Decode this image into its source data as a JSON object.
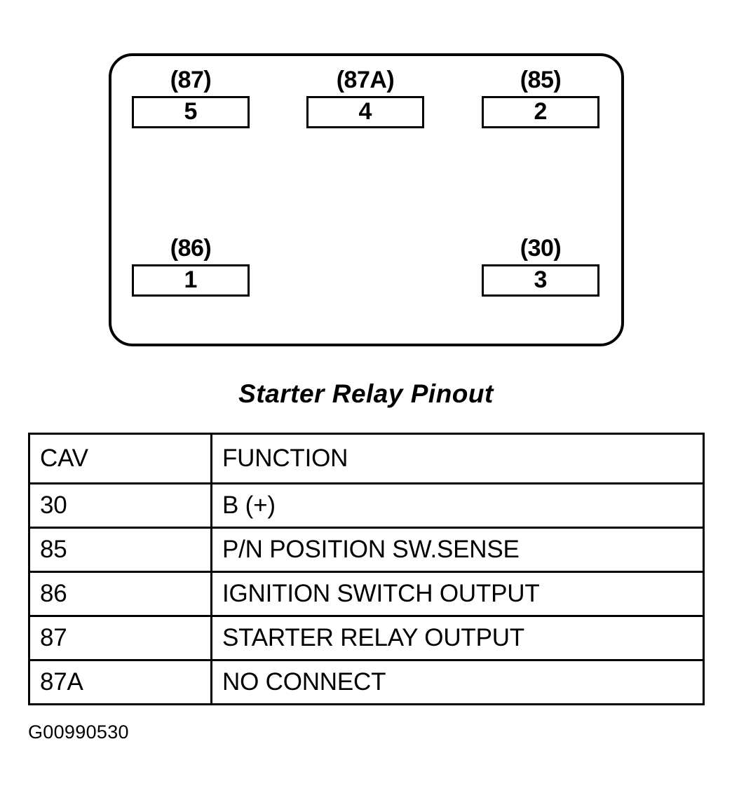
{
  "figure": {
    "caption": "Starter Relay Pinout",
    "id_code": "G00990530"
  },
  "relay": {
    "pins": [
      {
        "terminal": "(87)",
        "cavity": "5",
        "position": "top-left"
      },
      {
        "terminal": "(87A)",
        "cavity": "4",
        "position": "top-center"
      },
      {
        "terminal": "(85)",
        "cavity": "2",
        "position": "top-right"
      },
      {
        "terminal": "(86)",
        "cavity": "1",
        "position": "bottom-left"
      },
      {
        "terminal": "(30)",
        "cavity": "3",
        "position": "bottom-right"
      }
    ]
  },
  "table": {
    "headers": {
      "cav": "CAV",
      "function": "FUNCTION"
    },
    "rows": [
      {
        "cav": "30",
        "function": "B (+)"
      },
      {
        "cav": "85",
        "function": "P/N POSITION SW.SENSE"
      },
      {
        "cav": "86",
        "function": "IGNITION SWITCH OUTPUT"
      },
      {
        "cav": "87",
        "function": "STARTER RELAY OUTPUT"
      },
      {
        "cav": "87A",
        "function": "NO CONNECT"
      }
    ]
  },
  "colors": {
    "stroke": "#000000",
    "background": "#ffffff"
  }
}
